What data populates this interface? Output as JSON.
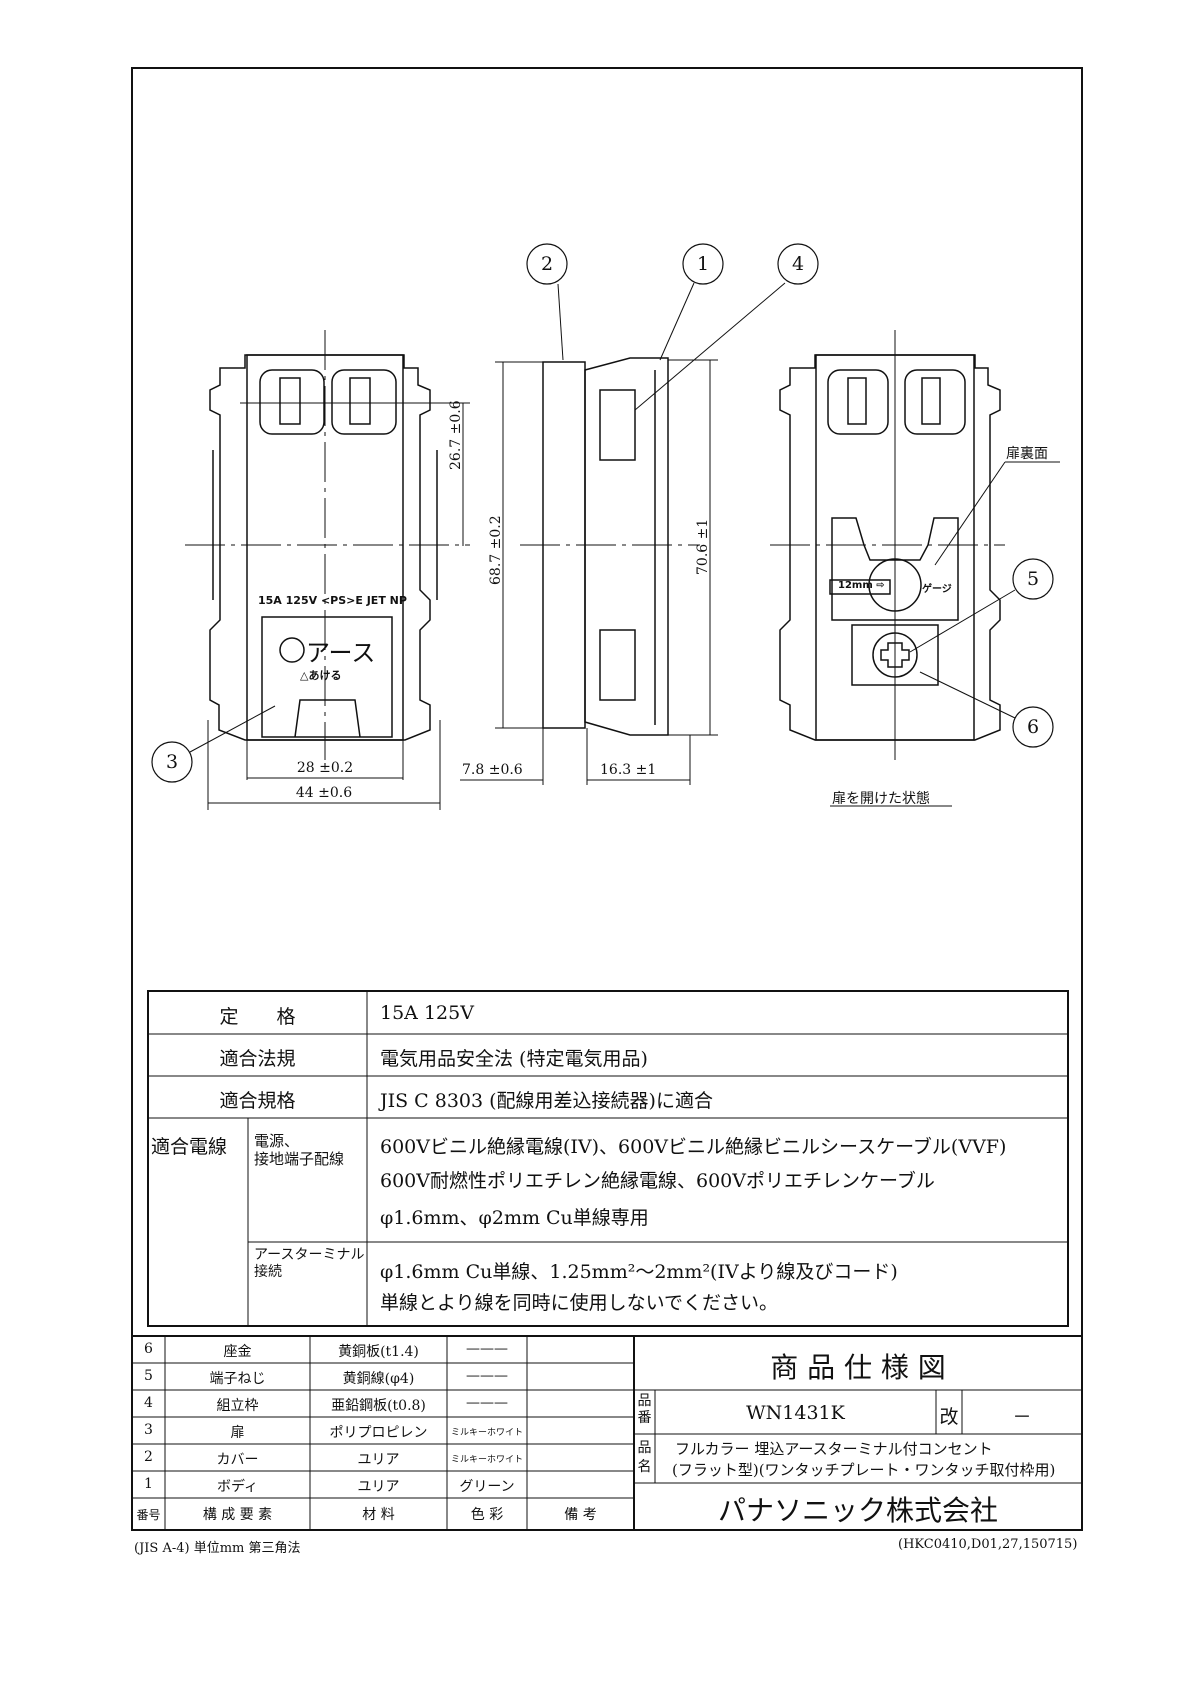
{
  "drawing": {
    "balloons": [
      "1",
      "2",
      "3",
      "4",
      "5",
      "6"
    ],
    "dimensions": {
      "front_height_half": "26.7 ±0.6",
      "body_height": "68.7 ±0.2",
      "overall_height": "70.6 ±1",
      "inner_width": "28 ±0.2",
      "overall_width": "44 ±0.6",
      "cover_depth": "7.8 ±0.6",
      "body_depth": "16.3 ±1"
    },
    "front_marking": "15A 125V <PS>E JET NP",
    "earth_label": "アース",
    "open_label": "△あける",
    "door_back_label": "扉裏面",
    "gauge_label": "12mm ⇨",
    "gauge_text": "ゲージ",
    "open_state_caption": "扉を開けた状態"
  },
  "spec_table": {
    "rows": [
      {
        "label": "定　　格",
        "value": "15A  125V"
      },
      {
        "label": "適合法規",
        "value": "電気用品安全法 (特定電気用品)"
      },
      {
        "label": "適合規格",
        "value": "JIS  C  8303 (配線用差込接続器)に適合"
      }
    ],
    "wire": {
      "label": "適合電線",
      "power_label": "電源、\n接地端子配線",
      "power_lines": [
        "600Vビニル絶縁電線(IV)、600Vビニル絶縁ビニルシースケーブル(VVF)",
        "600V耐燃性ポリエチレン絶縁電線、600Vポリエチレンケーブル",
        "φ1.6mm、φ2mm  Cu単線専用"
      ],
      "earth_label": "アースターミナル\n接続",
      "earth_lines": [
        "φ1.6mm  Cu単線、1.25mm²～2mm²(IVより線及びコード)",
        "単線とより線を同時に使用しないでください。"
      ]
    }
  },
  "parts_table": {
    "headers": [
      "番号",
      "構 成 要 素",
      "材 料",
      "色 彩",
      "備 考"
    ],
    "rows": [
      {
        "no": "6",
        "part": "座金",
        "material": "黄銅板(t1.4)",
        "color": "———",
        "note": ""
      },
      {
        "no": "5",
        "part": "端子ねじ",
        "material": "黄銅線(φ4)",
        "color": "———",
        "note": ""
      },
      {
        "no": "4",
        "part": "組立枠",
        "material": "亜鉛鋼板(t0.8)",
        "color": "———",
        "note": ""
      },
      {
        "no": "3",
        "part": "扉",
        "material": "ポリプロピレン",
        "color": "ミルキーホワイト",
        "note": ""
      },
      {
        "no": "2",
        "part": "カバー",
        "material": "ユリア",
        "color": "ミルキーホワイト",
        "note": ""
      },
      {
        "no": "1",
        "part": "ボディ",
        "material": "ユリア",
        "color": "グリーン",
        "note": ""
      }
    ]
  },
  "title_block": {
    "title": "商 品 仕 様 図",
    "product_no_label": "品番",
    "product_no": "WN1431K",
    "revision_label": "改",
    "revision": "－",
    "product_name_label": "品名",
    "product_name_lines": [
      "フルカラー 埋込アースターミナル付コンセント",
      "(フラット型)(ワンタッチプレート・ワンタッチ取付枠用)"
    ],
    "company": "パナソニック株式会社"
  },
  "footer": {
    "left": "(JIS A-4)  単位mm  第三角法",
    "right": "(HKC0410,D01,27,150715)"
  }
}
